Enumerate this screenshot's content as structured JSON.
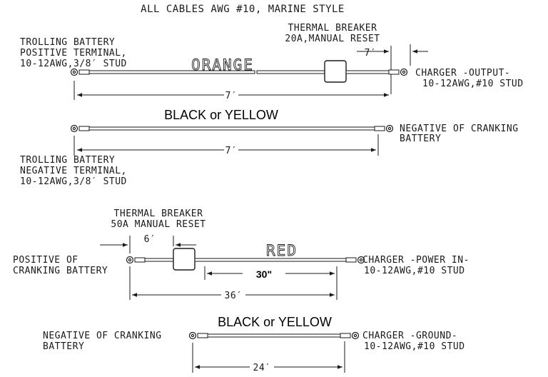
{
  "title": "ALL CABLES AWG #10, MARINE STYLE",
  "cable1": {
    "left_label": [
      "TROLLING BATTERY",
      "POSITIVE TERMINAL,",
      "10-12AWG,3/8′ STUD"
    ],
    "breaker_label": [
      "THERMAL BREAKER",
      "20A,MANUAL RESET"
    ],
    "color": "ORANGE",
    "offset_dim": "7′",
    "right_label": [
      "CHARGER -OUTPUT-",
      "10-12AWG,#10 STUD"
    ],
    "length_dim": "7′"
  },
  "cable2": {
    "color": "BLACK or YELLOW",
    "right_label": [
      "NEGATIVE OF CRANKING",
      "BATTERY"
    ],
    "length_dim": "7′",
    "left_label": [
      "TROLLING BATTERY",
      "NEGATIVE TERMINAL,",
      "10-12AWG,3/8′ STUD"
    ]
  },
  "cable3": {
    "breaker_label": [
      "THERMAL BREAKER",
      "50A MANUAL RESET"
    ],
    "offset_dim": "6′",
    "color": "RED",
    "left_label": [
      "POSITIVE OF",
      "CRANKING BATTERY"
    ],
    "right_label": [
      "CHARGER -POWER IN-",
      "10-12AWG,#10 STUD"
    ],
    "inner_dim": "30\"",
    "length_dim": "36′"
  },
  "cable4": {
    "color": "BLACK or YELLOW",
    "left_label": [
      "NEGATIVE OF CRANKING",
      "BATTERY"
    ],
    "right_label": [
      "CHARGER -GROUND-",
      "10-12AWG,#10 STUD"
    ],
    "length_dim": "24′"
  }
}
